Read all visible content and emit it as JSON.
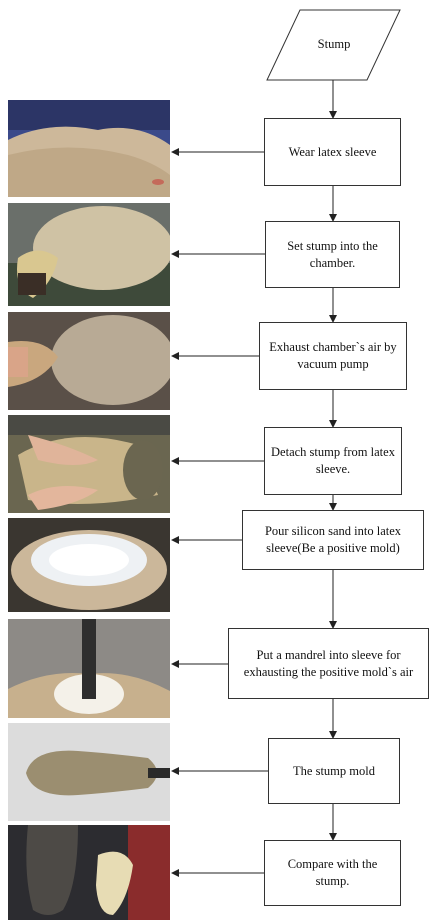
{
  "start": {
    "label": "Stump"
  },
  "steps": [
    {
      "label": "Wear latex sleeve",
      "photo": "latex-sleeve-photo"
    },
    {
      "label": "Set stump into the chamber.",
      "photo": "chamber-photo"
    },
    {
      "label": "Exhaust  chamber`s air by vacuum pump",
      "photo": "vacuum-photo"
    },
    {
      "label": "Detach stump from latex sleeve.",
      "photo": "detach-photo"
    },
    {
      "label": "Pour silicon sand into latex sleeve(Be a positive mold)",
      "photo": "silicon-sand-photo"
    },
    {
      "label": "Put a mandrel into sleeve for exhausting the positive mold`s air",
      "photo": "mandrel-photo"
    },
    {
      "label": "The stump mold",
      "photo": "stump-mold-photo"
    },
    {
      "label": "Compare with the stump.",
      "photo": "compare-photo"
    }
  ]
}
